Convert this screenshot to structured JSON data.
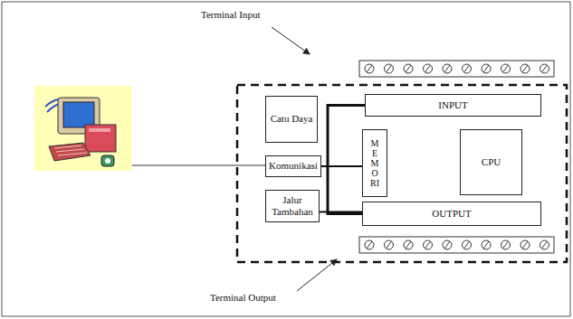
{
  "diagram": {
    "nodes": [
      {
        "text": [
          "Catu Daya"
        ]
      },
      {
        "text": [
          "INPUT"
        ]
      },
      {
        "text": [
          "Komunikasi"
        ]
      },
      {
        "text": [
          "MEMORI"
        ]
      },
      {
        "text": [
          "CPU"
        ]
      },
      {
        "text": [
          "Jalur Tambahan"
        ]
      },
      {
        "text": [
          "OUTPUT"
        ]
      }
    ],
    "edges": [
      {
        "from": 2,
        "to": 3,
        "arrow": "none"
      },
      {
        "from": 1,
        "to": 6,
        "arrow": "none"
      },
      {
        "from": 5,
        "to": 6,
        "arrow": "none"
      }
    ],
    "labels": [
      "Terminal Input",
      "Terminal Output"
    ]
  }
}
